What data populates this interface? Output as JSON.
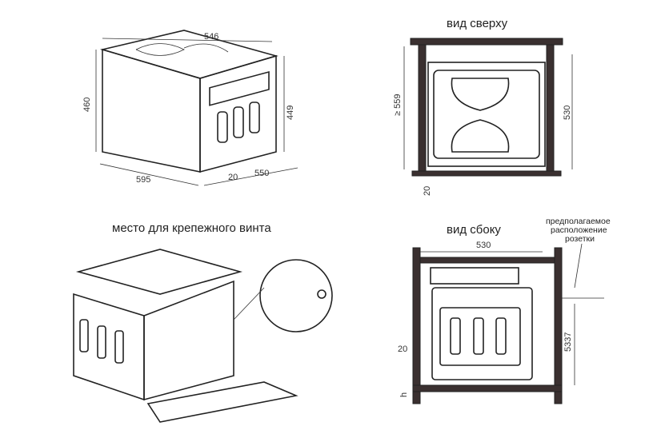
{
  "views": {
    "iso": {
      "width": "546",
      "height_total": "460",
      "height_front": "449",
      "front_width": "595",
      "door_offset": "20",
      "depth": "550"
    },
    "top": {
      "title": "вид сверху",
      "niche_depth": "≥ 559",
      "depth": "530",
      "gap": "20"
    },
    "open": {
      "title": "место для крепежного винта"
    },
    "side": {
      "title": "вид сбоку",
      "depth": "530",
      "socket_note": [
        "предполагаемое",
        "расположение",
        "розетки"
      ],
      "height": "5337",
      "offset": "20",
      "h": "h"
    }
  }
}
